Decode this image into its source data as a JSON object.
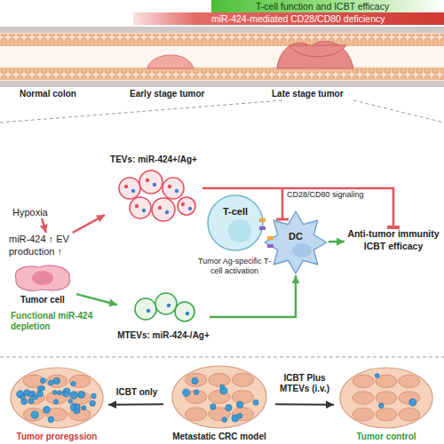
{
  "diagram": {
    "nodes": [
      {
        "text": [
          "T-cell function and ICBT efficacy"
        ]
      },
      {
        "text": [
          "miR-424-mediated CD28/CD80 deficiency"
        ]
      },
      {
        "text": [
          "Hypoxia"
        ]
      },
      {
        "text": [
          "miR-424 ↑ EV production ↑"
        ]
      },
      {
        "text": [
          "TEVs: miR-424+/Ag+"
        ]
      },
      {
        "text": [
          "Tumor cell"
        ]
      },
      {
        "text": [
          "MTEVs: miR-424-/Ag+"
        ]
      },
      {
        "text": [
          "T-cell"
        ]
      },
      {
        "text": [
          "DC"
        ]
      },
      {
        "text": [
          "Anti-tumor immunity ICBT efficacy"
        ]
      },
      {
        "text": [
          "Tumor proregssion"
        ]
      },
      {
        "text": [
          "Metastatic CRC model"
        ]
      },
      {
        "text": [
          "Tumor control"
        ]
      }
    ],
    "edges": [
      {
        "from": 2,
        "to": 3,
        "arrow": "to"
      },
      {
        "from": 3,
        "to": 4,
        "arrow": "to"
      },
      {
        "from": 4,
        "to": 9,
        "arrow": "to"
      },
      {
        "from": 5,
        "to": 6,
        "label": "Functional miR-424 depletion",
        "arrow": "to"
      },
      {
        "from": 6,
        "to": 8,
        "arrow": "to"
      },
      {
        "from": 8,
        "to": 9,
        "arrow": "to"
      },
      {
        "from": 11,
        "to": 10,
        "label": "ICBT only",
        "arrow": "to"
      },
      {
        "from": 11,
        "to": 12,
        "label": "ICBT Plus MTEVs (i.v.)",
        "arrow": "to"
      }
    ],
    "labels": [
      "Normal colon",
      "Early stage tumor",
      "Late stage tumor",
      "CD28/CD80 signaling",
      "Tumor Ag-specific T-cell activation"
    ]
  }
}
